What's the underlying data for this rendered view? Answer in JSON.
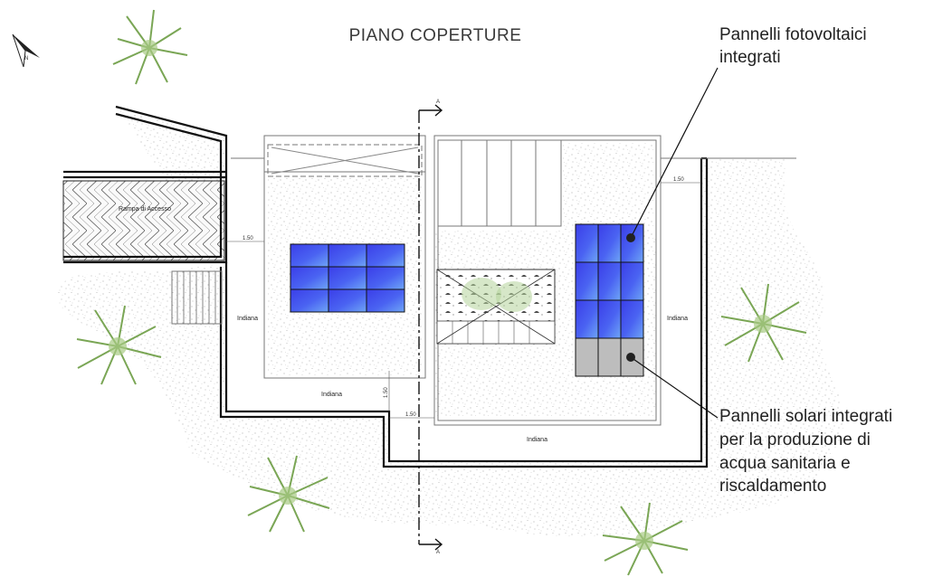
{
  "title": "PIANO COPERTURE",
  "callouts": {
    "photovoltaic": [
      "Pannelli fotovoltaici",
      "integrati"
    ],
    "solar_thermal": [
      "Pannelli solari integrati",
      "per la produzione di",
      "acqua sanitaria e",
      "riscaldamento"
    ]
  },
  "labels": {
    "ramp": "Rampa di Accesso",
    "indiana_left": "Indiana",
    "indiana_mid": "Indiana",
    "indiana_bottom": "Indiana",
    "indiana_right": "Indiana"
  },
  "dimensions": {
    "d1": "1.50",
    "d2": "1.50",
    "d3": "1.50",
    "d4": "1.50"
  },
  "section_marks": {
    "top": "A",
    "bottom": "A"
  },
  "icons": {
    "north_arrow": "north-arrow-icon",
    "north_letter": "N"
  },
  "colors": {
    "pv_panel": "#4a5cf0",
    "thermal_panel": "#bdbdbd",
    "wall": "#111111",
    "vegetation": "#8fb86a"
  }
}
